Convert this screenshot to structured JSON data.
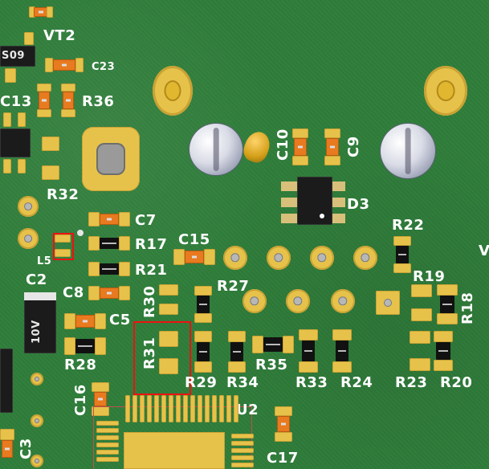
{
  "board": {
    "labels": {
      "vt2": "VT2",
      "c23": "C23",
      "c13": "C13",
      "r36": "R36",
      "r32": "R32",
      "c10": "C10",
      "c9": "C9",
      "d3": "D3",
      "r22": "R22",
      "c7": "C7",
      "r17": "R17",
      "c15": "C15",
      "r21": "R21",
      "l5": "L5",
      "c2": "C2",
      "c8": "C8",
      "r27": "R27",
      "r30": "R30",
      "r19": "R19",
      "r18": "R18",
      "c5": "C5",
      "r31": "R31",
      "r28": "R28",
      "r29": "R29",
      "r34": "R34",
      "r35": "R35",
      "r33": "R33",
      "r24": "R24",
      "r23": "R23",
      "r20": "R20",
      "c16": "C16",
      "u2": "U2",
      "c17": "C17",
      "c3": "C3",
      "v_edge": "V",
      "cap_value": "10V",
      "chip_text": "S09"
    }
  }
}
